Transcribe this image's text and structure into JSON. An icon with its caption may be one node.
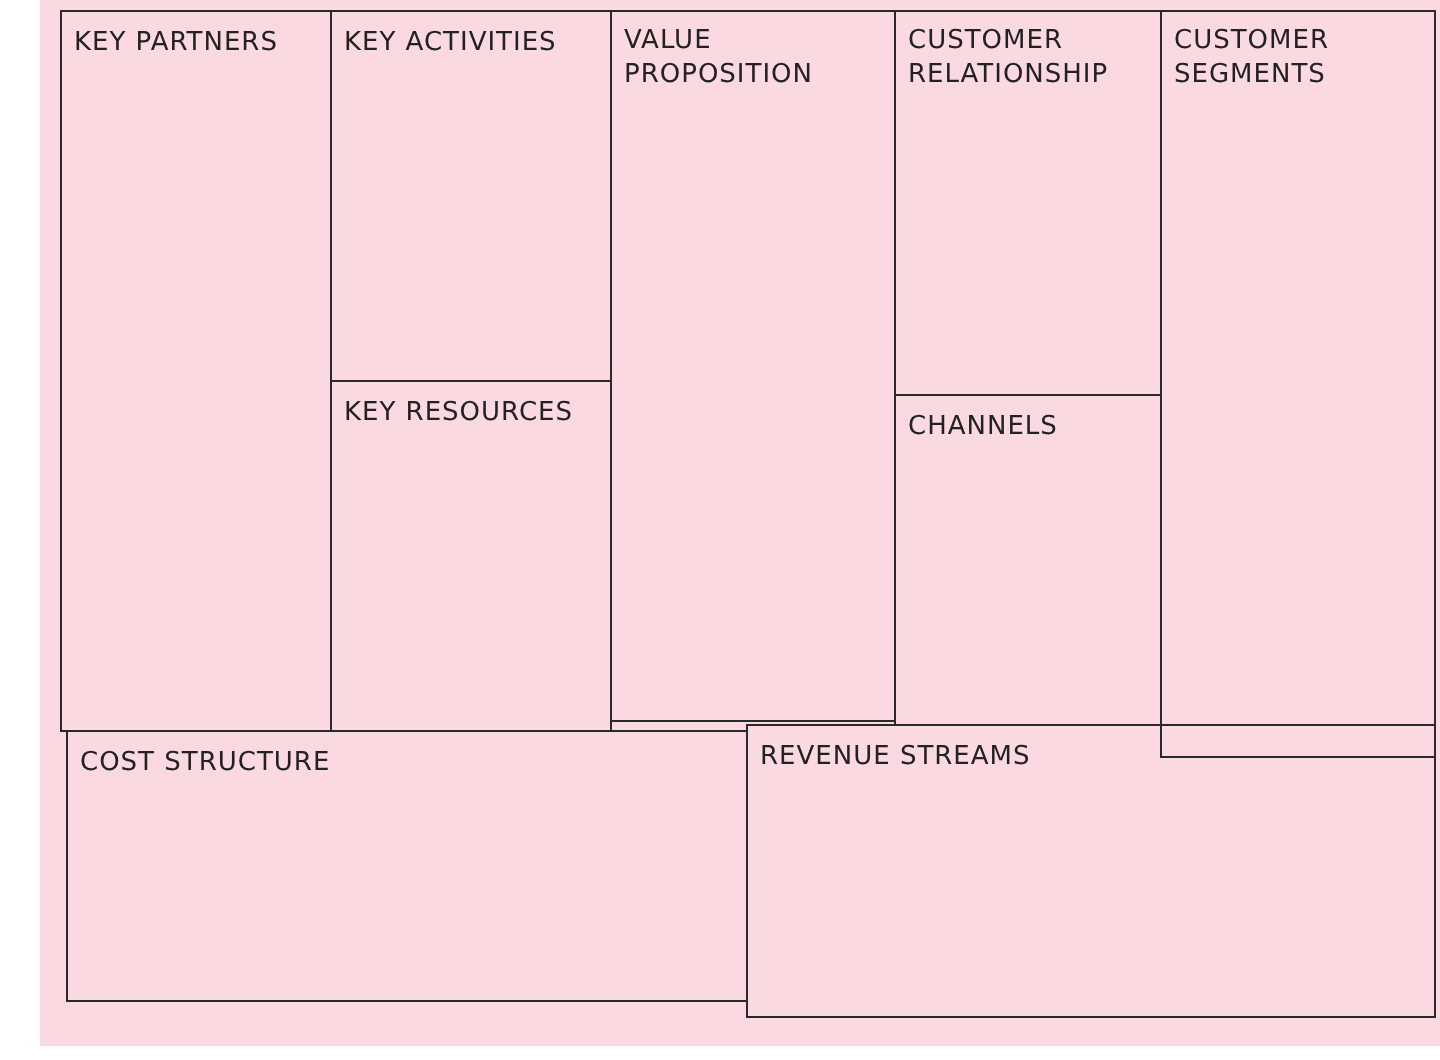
{
  "diagram": {
    "nodes": [
      {
        "text": [
          "KEY PARTNERS"
        ]
      },
      {
        "text": [
          "KEY ACTIVITIES"
        ]
      },
      {
        "text": [
          "VALUE PROPOSITION"
        ]
      },
      {
        "text": [
          "CUSTOMER RELATIONSHIP"
        ]
      },
      {
        "text": [
          "CUSTOMER SEGMENTS"
        ]
      },
      {
        "text": [
          "KEY RESOURCES"
        ]
      },
      {
        "text": [
          "CHANNELS"
        ]
      },
      {
        "text": [
          "COST STRUCTURE"
        ]
      },
      {
        "text": [
          "REVENUE STREAMS"
        ]
      }
    ]
  }
}
